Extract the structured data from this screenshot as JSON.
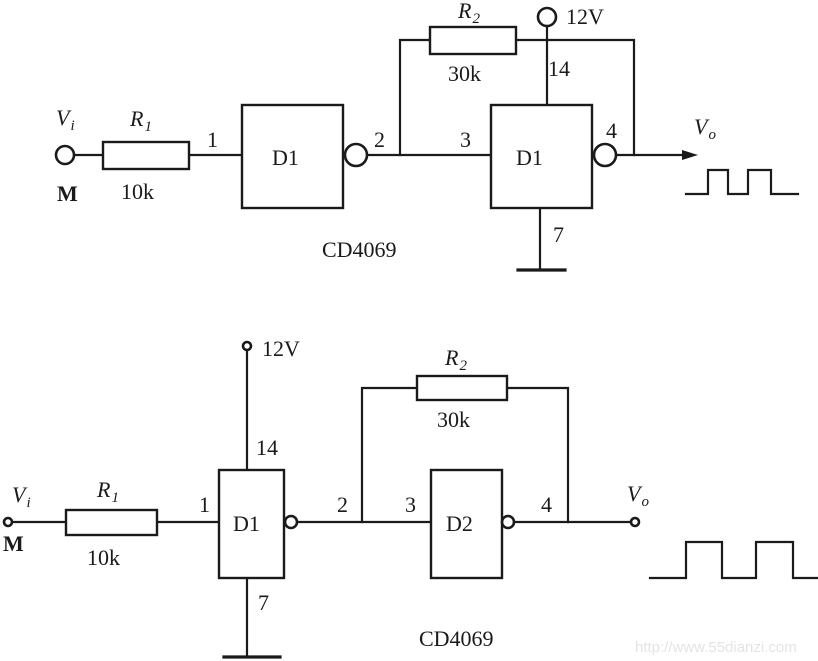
{
  "top": {
    "input": {
      "symbol": "V",
      "sub": "i",
      "ground": "M"
    },
    "resistor1": {
      "name": "R",
      "sub": "1",
      "value": "10k"
    },
    "resistor2": {
      "name": "R",
      "sub": "2",
      "value": "30k"
    },
    "gate1": {
      "label": "D1",
      "pin_in": "1",
      "pin_out": "2"
    },
    "gate2": {
      "label": "D1",
      "pin_in": "3",
      "pin_out": "4",
      "pin_vdd": "14",
      "pin_gnd": "7"
    },
    "supply": "12V",
    "output": {
      "symbol": "V",
      "sub": "o"
    },
    "chip": "CD4069"
  },
  "bottom": {
    "input": {
      "symbol": "V",
      "sub": "i",
      "ground": "M"
    },
    "resistor1": {
      "name": "R",
      "sub": "1",
      "value": "10k"
    },
    "resistor2": {
      "name": "R",
      "sub": "2",
      "value": "30k"
    },
    "gate1": {
      "label": "D1",
      "pin_in": "1",
      "pin_out": "2",
      "pin_vdd": "14",
      "pin_gnd": "7"
    },
    "gate2": {
      "label": "D2",
      "pin_in": "3",
      "pin_out": "4"
    },
    "supply": "12V",
    "output": {
      "symbol": "V",
      "sub": "o"
    },
    "chip": "CD4069"
  },
  "watermark": "http://www.55dianzi.com"
}
